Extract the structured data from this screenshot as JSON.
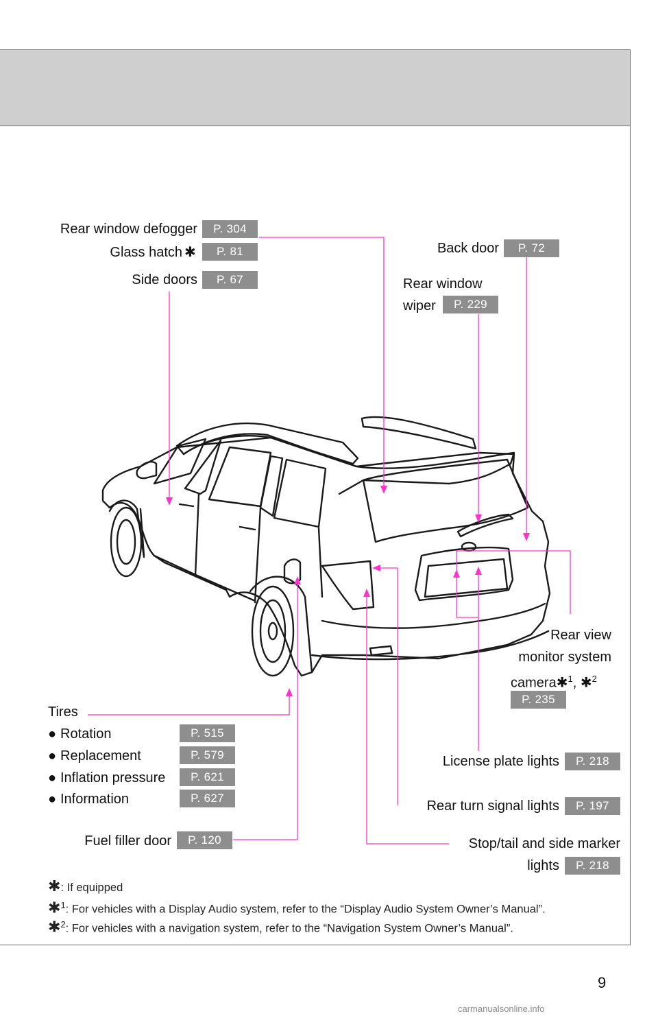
{
  "labels": {
    "rear_window_defogger": "Rear window defogger",
    "glass_hatch": "Glass hatch",
    "side_doors": "Side doors",
    "back_door": "Back door",
    "rear_window_wiper_1": "Rear window",
    "rear_window_wiper_2": "wiper",
    "rear_view_1": "Rear view",
    "rear_view_2": "monitor system",
    "rear_view_3": "camera",
    "tires": "Tires",
    "rotation": "Rotation",
    "replacement": "Replacement",
    "inflation_pressure": "Inflation pressure",
    "information": "Information",
    "license_plate_lights": "License plate lights",
    "rear_turn_signal_lights": "Rear turn signal lights",
    "fuel_filler_door": "Fuel filler door",
    "stop_tail_1": "Stop/tail and side marker",
    "stop_tail_2": "lights"
  },
  "pages": {
    "rear_window_defogger": "P. 304",
    "glass_hatch": "P. 81",
    "side_doors": "P. 67",
    "back_door": "P. 72",
    "rear_window_wiper": "P. 229",
    "rear_view": "P. 235",
    "rotation": "P. 515",
    "replacement": "P. 579",
    "inflation_pressure": "P. 621",
    "information": "P. 627",
    "license_plate_lights": "P. 218",
    "rear_turn_signal_lights": "P. 197",
    "fuel_filler_door": "P. 120",
    "stop_tail": "P. 218"
  },
  "marks": {
    "star": "✱",
    "bullet": "●",
    "sup1": "1",
    "sup2": "2",
    "comma": ","
  },
  "footnotes": {
    "equipped": ": If equipped",
    "note1": ": For vehicles with a Display Audio system, refer to the “Display Audio System Owner’s Manual”.",
    "note2": ": For vehicles with a navigation system, refer to the “Navigation System Owner’s Manual”."
  },
  "page_number": "9",
  "watermark": "carmanualsonline.info",
  "colors": {
    "leader": "#ff33cc",
    "badge": "#8e8e8e",
    "header_band": "#cfcfcf"
  }
}
